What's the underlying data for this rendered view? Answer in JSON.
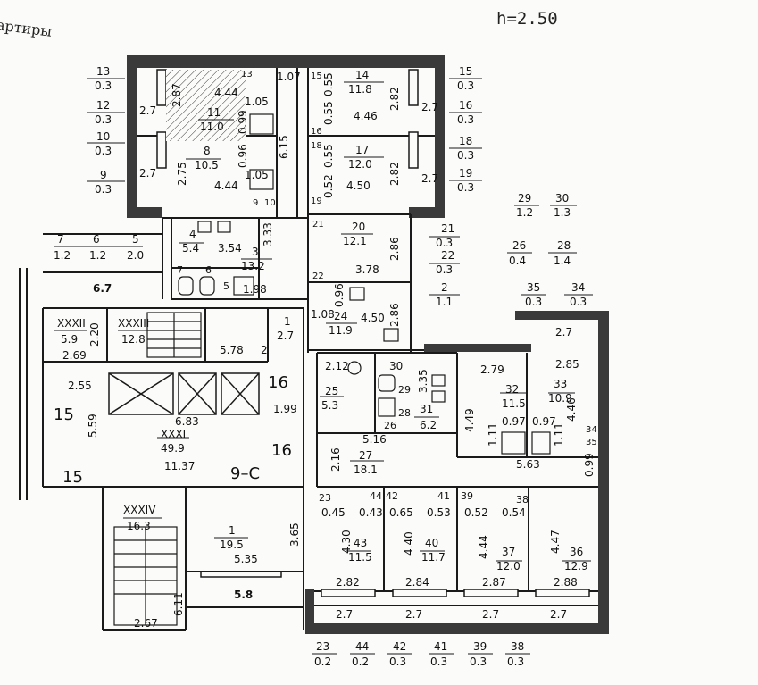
{
  "header": {
    "height_label": "h=2.50",
    "corner_text": "артиры"
  },
  "colors": {
    "wall": "#3a3a3a",
    "line": "#1a1a1a",
    "paper": "#fbfbf9"
  },
  "icons": [
    "stove-icon",
    "sink-icon",
    "bathtub-icon",
    "toilet-icon",
    "elevator-icon",
    "stairs-icon"
  ],
  "rooms": [
    {
      "id": "13",
      "area": "0.3"
    },
    {
      "id": "12",
      "area": "0.3"
    },
    {
      "id": "10",
      "area": "0.3"
    },
    {
      "id": "9",
      "area": "0.3"
    },
    {
      "id": "11",
      "area": "11.0",
      "dims": [
        "2.87",
        "4.44",
        "1.05",
        "0.99"
      ]
    },
    {
      "id": "8",
      "area": "10.5",
      "dims": [
        "2.75",
        "4.44",
        "1.05",
        "0.96"
      ]
    },
    {
      "id": "14",
      "area": "11.8",
      "dims": [
        "4.46",
        "2.82"
      ]
    },
    {
      "id": "17",
      "area": "12.0",
      "dims": [
        "4.50",
        "2.82"
      ]
    },
    {
      "id": "15",
      "area": "0.3"
    },
    {
      "id": "16",
      "area": "0.3"
    },
    {
      "id": "18",
      "area": "0.3"
    },
    {
      "id": "19",
      "area": "0.3"
    },
    {
      "id": "4",
      "area": "5.4",
      "dims": [
        "3.54"
      ]
    },
    {
      "id": "3",
      "area": "13.2",
      "dims": [
        "3.33",
        "1.98"
      ]
    },
    {
      "id": "20",
      "area": "12.1",
      "dims": [
        "3.78",
        "2.86"
      ]
    },
    {
      "id": "21",
      "area": "0.3"
    },
    {
      "id": "22",
      "area": "0.3"
    },
    {
      "id": "2",
      "area": "1.1"
    },
    {
      "id": "24",
      "area": "11.9",
      "dims": [
        "4.50",
        "2.86",
        "1.08",
        "0.96"
      ]
    },
    {
      "id": "7",
      "area": "1.2"
    },
    {
      "id": "6",
      "area": "1.2"
    },
    {
      "id": "5",
      "area": "2.0"
    },
    {
      "id": "XXXII",
      "area": "5.9",
      "dims": [
        "2.20",
        "2.69"
      ]
    },
    {
      "id": "XXXIII",
      "area": "12.8",
      "dims": [
        "5.78"
      ]
    },
    {
      "id": "1",
      "area": "",
      "dims": [
        "2.7"
      ]
    },
    {
      "id": "XXXI",
      "area": "49.9",
      "dims": [
        "2.55",
        "5.59",
        "6.83",
        "11.37",
        "1.99"
      ]
    },
    {
      "id": "25",
      "area": "5.3",
      "dims": [
        "2.12"
      ]
    },
    {
      "id": "31",
      "area": "6.2",
      "dims": [
        "3.35"
      ]
    },
    {
      "id": "27",
      "area": "18.1",
      "dims": [
        "5.16",
        "2.16",
        "5.63"
      ]
    },
    {
      "id": "32",
      "area": "11.5",
      "dims": [
        "2.79",
        "4.49",
        "0.97",
        "1.11"
      ]
    },
    {
      "id": "33",
      "area": "10.9",
      "dims": [
        "2.85",
        "4.46",
        "0.97",
        "1.11"
      ]
    },
    {
      "id": "29",
      "area": "1.2"
    },
    {
      "id": "30",
      "area": "1.3"
    },
    {
      "id": "26",
      "area": "0.4"
    },
    {
      "id": "28",
      "area": "1.4"
    },
    {
      "id": "35",
      "area": "0.3"
    },
    {
      "id": "34",
      "area": "0.3"
    },
    {
      "id": "XXXIV",
      "area": "16.3",
      "dims": [
        "6.11",
        "2.67"
      ]
    },
    {
      "id": "1",
      "area": "19.5",
      "dims": [
        "5.35",
        "3.65",
        "5.8"
      ]
    },
    {
      "id": "43",
      "area": "11.5",
      "dims": [
        "4.30",
        "2.82",
        "0.45",
        "0.43"
      ]
    },
    {
      "id": "40",
      "area": "11.7",
      "dims": [
        "4.40",
        "2.84",
        "0.65",
        "0.53"
      ]
    },
    {
      "id": "37",
      "area": "12.0",
      "dims": [
        "4.44",
        "2.87",
        "0.52",
        "0.54"
      ]
    },
    {
      "id": "36",
      "area": "12.9",
      "dims": [
        "4.47",
        "2.88"
      ]
    },
    {
      "id": "23",
      "area": "0.2"
    },
    {
      "id": "44",
      "area": "0.2"
    },
    {
      "id": "42",
      "area": "0.3"
    },
    {
      "id": "41",
      "area": "0.3"
    },
    {
      "id": "39",
      "area": "0.3"
    },
    {
      "id": "38",
      "area": "0.3"
    }
  ],
  "labels": {
    "r13": "13",
    "r13a": "0.3",
    "r12": "12",
    "r12a": "0.3",
    "r10": "10",
    "r10a": "0.3",
    "r9": "9",
    "r9a": "0.3",
    "w27a": "2.7",
    "w27b": "2.7",
    "d287": "2.87",
    "d444a": "4.44",
    "r11": "11",
    "r11a": "11.0",
    "d105a": "1.05",
    "d099": "0.99",
    "d107": "1.07",
    "d615": "6.15",
    "r8": "8",
    "r8a": "10.5",
    "d275": "2.75",
    "d444b": "4.44",
    "d105b": "1.05",
    "d096": "0.96",
    "r14": "14",
    "r14a": "11.8",
    "d446": "4.46",
    "d282a": "2.82",
    "d055a": "0.55",
    "d055b": "0.55",
    "d055c": "0.55",
    "d052": "0.52",
    "r17": "17",
    "r17a": "12.0",
    "d450a": "4.50",
    "d282b": "2.82",
    "w27c": "2.7",
    "w27d": "2.7",
    "r15": "15",
    "r15a": "0.3",
    "r16": "16",
    "r16a": "0.3",
    "r18": "18",
    "r18a": "0.3",
    "r19": "19",
    "r19a": "0.3",
    "s15": "15",
    "s16": "16",
    "s18": "18",
    "s19": "19",
    "s9": "9",
    "s10": "10",
    "s13a": "13",
    "r4": "4",
    "r4a": "5.4",
    "d354": "3.54",
    "d333": "3.33",
    "r3": "3",
    "r3a": "13.2",
    "d198": "1.98",
    "s7": "7",
    "s6": "6",
    "s5": "5",
    "r20": "20",
    "r20a": "12.1",
    "d378": "3.78",
    "d286a": "2.86",
    "s21": "21",
    "s22": "22",
    "r21": "21",
    "r21a": "0.3",
    "r22": "22",
    "r22a": "0.3",
    "r2": "2",
    "r2a": "1.1",
    "r24": "24",
    "r24a": "11.9",
    "d450b": "4.50",
    "d286b": "2.86",
    "d108": "1.08",
    "d096b": "0.96",
    "r7": "7",
    "r7a": "1.2",
    "r6": "6",
    "r6a": "1.2",
    "r5": "5",
    "r5a": "2.0",
    "d67": "6.7",
    "rXXXII": "XXXII",
    "rXXXIIa": "5.9",
    "d220": "2.20",
    "d269": "2.69",
    "rXXXIII": "XXXIII",
    "rXXXIIIa": "12.8",
    "d578": "5.78",
    "r1s": "1",
    "d27e": "2.7",
    "s2": "2",
    "d255": "2.55",
    "d559": "5.59",
    "d683": "6.83",
    "rXXXI": "XXXI",
    "rXXXIa": "49.9",
    "d1137": "11.37",
    "d199": "1.99",
    "n15a": "15",
    "n15b": "15",
    "n16a": "16",
    "n16b": "16",
    "n9c": "9–C",
    "d212": "2.12",
    "r25": "25",
    "r25a": "5.3",
    "s30": "30",
    "s29": "29",
    "s28": "28",
    "s26": "26",
    "d335": "3.35",
    "r31": "31",
    "r31a": "6.2",
    "d516": "5.16",
    "d216": "2.16",
    "r27": "27",
    "r27a": "18.1",
    "d563": "5.63",
    "d279": "2.79",
    "r32": "32",
    "r32a": "11.5",
    "d449": "4.49",
    "d097a": "0.97",
    "d111a": "1.11",
    "d285": "2.85",
    "r33": "33",
    "r33a": "10.9",
    "d446b": "4.46",
    "d097b": "0.97",
    "d111b": "1.11",
    "d099b": "0.99",
    "s34": "34",
    "s35": "35",
    "w27f": "2.7",
    "r29": "29",
    "r29a": "1.2",
    "r30": "30",
    "r30a": "1.3",
    "r26": "26",
    "r26a": "0.4",
    "r28": "28",
    "r28a": "1.4",
    "r35": "35",
    "r35a": "0.3",
    "r34": "34",
    "r34a": "0.3",
    "rXXXIV": "XXXIV",
    "rXXXIVa": "16.3",
    "d611": "6.11",
    "d267": "2.67",
    "r1": "1",
    "r1a": "19.5",
    "d535": "5.35",
    "d365": "3.65",
    "d58": "5.8",
    "s23": "23",
    "s44": "44",
    "s42": "42",
    "s41": "41",
    "s39": "39",
    "s38": "38",
    "d045": "0.45",
    "d043": "0.43",
    "d065": "0.65",
    "d053": "0.53",
    "d052b": "0.52",
    "d054": "0.54",
    "d430": "4.30",
    "r43": "43",
    "r43a": "11.5",
    "d440": "4.40",
    "r40": "40",
    "r40a": "11.7",
    "d444c": "4.44",
    "r37": "37",
    "r37a": "12.0",
    "d447": "4.47",
    "r36": "36",
    "r36a": "12.9",
    "d282c": "2.82",
    "d284": "2.84",
    "d287b": "2.87",
    "d288": "2.88",
    "w27g": "2.7",
    "w27h": "2.7",
    "w27i": "2.7",
    "w27j": "2.7",
    "b23": "23",
    "b23a": "0.2",
    "b44": "44",
    "b44a": "0.2",
    "b42": "42",
    "b42a": "0.3",
    "b41": "41",
    "b41a": "0.3",
    "b39": "39",
    "b39a": "0.3",
    "b38": "38",
    "b38a": "0.3"
  }
}
